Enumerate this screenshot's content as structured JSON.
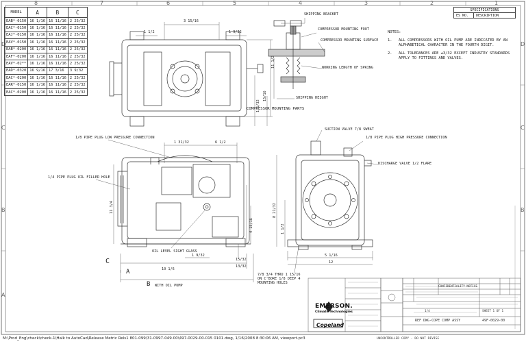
{
  "border": {
    "top_zones": [
      "8",
      "7",
      "6",
      "5",
      "4",
      "3",
      "2",
      "1"
    ],
    "side_zones": [
      "D",
      "C",
      "B",
      "A"
    ]
  },
  "models_table": {
    "headers": [
      "MODEL",
      "A",
      "B",
      "C"
    ],
    "rows": [
      [
        "EAB*-0150",
        "16 1/16",
        "16 11/16",
        "2 25/32"
      ],
      [
        "EAC*-0150",
        "16 1/16",
        "16 11/16",
        "2 25/32"
      ],
      [
        "EAJ*-0150",
        "16 1/16",
        "16 11/16",
        "2 25/32"
      ],
      [
        "EAV*-0150",
        "16 1/16",
        "16 11/16",
        "2 25/32"
      ],
      [
        "EAB*-0200",
        "16 1/16",
        "16 11/16",
        "2 25/32"
      ],
      [
        "EAF*-0200",
        "16 1/16",
        "16 11/16",
        "2 25/32"
      ],
      [
        "EAV*-02**",
        "16 1/16",
        "16 11/16",
        "2 25/32"
      ],
      [
        "EAD*-0320",
        "16 9/16",
        "17 3/16",
        "3 9/32"
      ],
      [
        "EAC*-0200",
        "16 1/16",
        "16 11/16",
        "2 25/32"
      ],
      [
        "EAR*-0150",
        "16 1/16",
        "16 11/16",
        "2 25/32"
      ],
      [
        "EAC*-0200",
        "16 1/16",
        "16 11/16",
        "2 25/32"
      ]
    ]
  },
  "specifications": {
    "title": "SPECIFICATIONS",
    "col1": "ES NO.",
    "col2": "DESCRIPTION"
  },
  "notes": {
    "heading": "NOTES:",
    "items": [
      {
        "num": "1.",
        "text": "ALL COMPRESSORS WITH OIL PUMP ARE INDICATED BY AN ALPHABETICAL CHARACTER IN THE FOURTH DIGIT."
      },
      {
        "num": "2.",
        "text": "ALL TOLERANCES ARE ±3/32 EXCEPT INDUSTRY STANDARDS APPLY TO FITTINGS AND VALVES."
      }
    ]
  },
  "top_view": {
    "dims": [
      "3 15/16",
      "1 1/2",
      "1 9/32",
      "11 1/2",
      "1 1/32",
      "15/16"
    ]
  },
  "mounting_parts": {
    "title": "COMPRESSOR MOUNTING PARTS",
    "labels": [
      "SHIPPING BRACKET",
      "COMPRESSOR MOUNTING FOOT",
      "COMPRESSOR MOUNTING SURFACE",
      "WORKING LENGTH OF SPRING",
      "SHIPPING HEIGHT"
    ]
  },
  "front_view": {
    "labels": [
      "1/8 PIPE PLUG LOW PRESSURE CONNECTION",
      "1/4 PIPE PLUG OIL FILLER HOLE",
      "OIL LEVEL SIGHT GLASS"
    ],
    "dims": [
      "1 31/32",
      "6 1/2",
      "11 3/4",
      "4 15/16",
      "1 9/32",
      "15/32",
      "10 1/6",
      "13/32"
    ],
    "letters": {
      "a": "A",
      "b": "B",
      "c": "C"
    },
    "with_pump": "WITH OIL PUMP"
  },
  "side_view": {
    "labels": [
      "SUCTION VALVE 7/8 SWEAT",
      "1/8 PIPE PLUG HIGH PRESSURE CONNECTION",
      "DISCHARGE VALVE 1/2 FLARE"
    ],
    "dims": [
      "8 21/32",
      "1 1/2",
      "5 1/16",
      "12"
    ],
    "holes": "7/8 3/4 THRU 1 15/16 ON C'BORE 1/8 DEEP 4 MOUNTING HOLES"
  },
  "title_block": {
    "brand": "EMERSON.",
    "division": "Climate Technologies",
    "product": "Copeland",
    "drawing_title": "REF DWG-COPE COMP ASSY",
    "drawing_number": "49F-0029-00",
    "confidentiality": "CONFIDENTIALITY NOTICE",
    "sheet": "SHEET 1 OF 1",
    "scale": "1/4"
  },
  "bottom_note": "UNCONTROLLED COPY - DO NOT REVISE",
  "footer_path": "M:\\Prod_Eng\\check\\check-1\\Halk to AutoCad\\Release Metric Rels1 801-099\\31-0997-049.00\\497-0029-00-015 0101.dwg, 1/16/2008 8:30:06 AM, viewport.pc3"
}
